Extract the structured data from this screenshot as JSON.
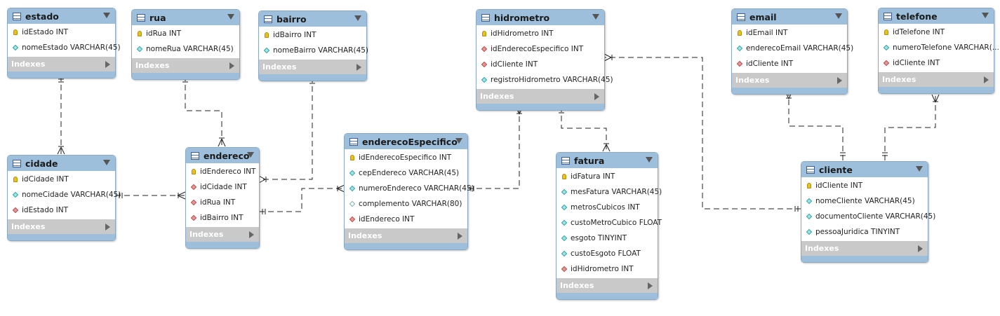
{
  "indexes_label": "Indexes",
  "tables": [
    {
      "id": "estado",
      "name": "estado",
      "columns": [
        {
          "icon": "pk",
          "text": "idEstado INT"
        },
        {
          "icon": "col",
          "text": "nomeEstado VARCHAR(45)"
        }
      ]
    },
    {
      "id": "rua",
      "name": "rua",
      "columns": [
        {
          "icon": "pk",
          "text": "idRua INT"
        },
        {
          "icon": "col",
          "text": "nomeRua VARCHAR(45)"
        }
      ]
    },
    {
      "id": "bairro",
      "name": "bairro",
      "columns": [
        {
          "icon": "pk",
          "text": "idBairro INT"
        },
        {
          "icon": "col",
          "text": "nomeBairro VARCHAR(45)"
        }
      ]
    },
    {
      "id": "cidade",
      "name": "cidade",
      "columns": [
        {
          "icon": "pk",
          "text": "idCidade INT"
        },
        {
          "icon": "col",
          "text": "nomeCidade VARCHAR(45)"
        },
        {
          "icon": "fk",
          "text": "idEstado INT"
        }
      ]
    },
    {
      "id": "endereco",
      "name": "endereco",
      "columns": [
        {
          "icon": "pk",
          "text": "idEndereco INT"
        },
        {
          "icon": "fk",
          "text": "idCidade INT"
        },
        {
          "icon": "fk",
          "text": "idRua INT"
        },
        {
          "icon": "fk",
          "text": "idBairro INT"
        }
      ]
    },
    {
      "id": "enderecoEspecifico",
      "name": "enderecoEspecifico",
      "columns": [
        {
          "icon": "pk",
          "text": "idEnderecoEspecifico INT"
        },
        {
          "icon": "col",
          "text": "cepEndereco VARCHAR(45)"
        },
        {
          "icon": "col",
          "text": "numeroEndereco VARCHAR(45)"
        },
        {
          "icon": "nullable",
          "text": "complemento VARCHAR(80)"
        },
        {
          "icon": "fk",
          "text": "idEndereco INT"
        }
      ]
    },
    {
      "id": "hidrometro",
      "name": "hidrometro",
      "columns": [
        {
          "icon": "pk",
          "text": "idHidrometro INT"
        },
        {
          "icon": "fk",
          "text": "idEnderecoEspecifico INT"
        },
        {
          "icon": "fk",
          "text": "idCliente INT"
        },
        {
          "icon": "col",
          "text": "registroHidrometro VARCHAR(45)"
        }
      ]
    },
    {
      "id": "fatura",
      "name": "fatura",
      "columns": [
        {
          "icon": "pk",
          "text": "idFatura INT"
        },
        {
          "icon": "col",
          "text": "mesFatura VARCHAR(45)"
        },
        {
          "icon": "col",
          "text": "metrosCubicos INT"
        },
        {
          "icon": "col",
          "text": "custoMetroCubico FLOAT"
        },
        {
          "icon": "col",
          "text": "esgoto TINYINT"
        },
        {
          "icon": "col",
          "text": "custoEsgoto FLOAT"
        },
        {
          "icon": "fk",
          "text": "idHidrometro INT"
        }
      ]
    },
    {
      "id": "email",
      "name": "email",
      "columns": [
        {
          "icon": "pk",
          "text": "idEmail INT"
        },
        {
          "icon": "col",
          "text": "enderecoEmail VARCHAR(45)"
        },
        {
          "icon": "fk",
          "text": "idCliente INT"
        }
      ]
    },
    {
      "id": "telefone",
      "name": "telefone",
      "columns": [
        {
          "icon": "pk",
          "text": "idTelefone INT"
        },
        {
          "icon": "col",
          "text": "numeroTelefone VARCHAR(..."
        },
        {
          "icon": "fk",
          "text": "idCliente INT"
        }
      ]
    },
    {
      "id": "cliente",
      "name": "cliente",
      "columns": [
        {
          "icon": "pk",
          "text": "idCliente INT"
        },
        {
          "icon": "col",
          "text": "nomeCliente VARCHAR(45)"
        },
        {
          "icon": "col",
          "text": "documentoCliente VARCHAR(45)"
        },
        {
          "icon": "col",
          "text": "pessoaJuridica TINYINT"
        }
      ]
    }
  ]
}
